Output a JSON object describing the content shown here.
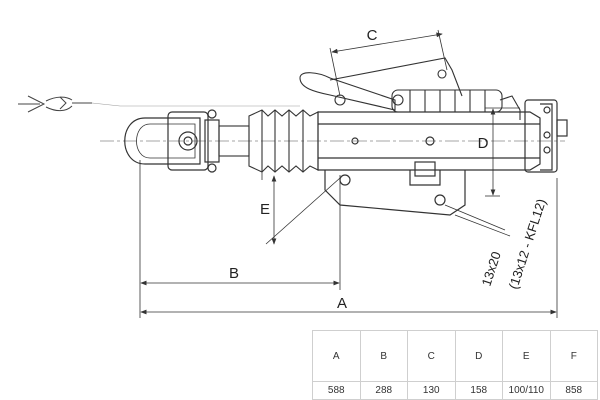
{
  "dimension_labels": {
    "a": "A",
    "b": "B",
    "c": "C",
    "d": "D",
    "e": "E"
  },
  "thread_note": {
    "line1": "13x20",
    "line2": "(13x12 - KFL12)"
  },
  "spec_table": {
    "headers": [
      "A",
      "B",
      "C",
      "D",
      "E",
      "F"
    ],
    "values": [
      "588",
      "288",
      "130",
      "158",
      "100/110",
      "858"
    ]
  }
}
